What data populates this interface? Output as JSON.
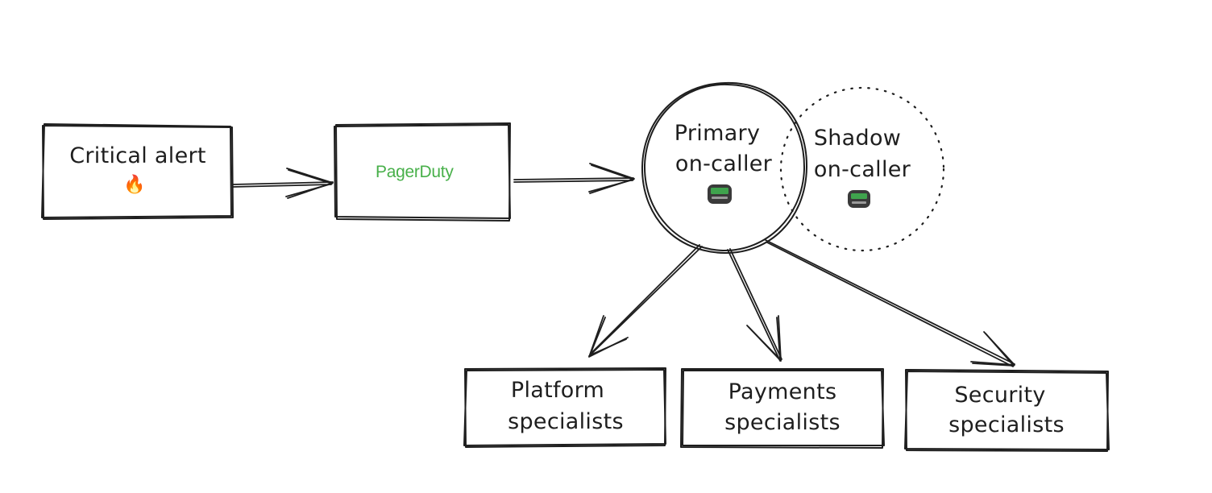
{
  "nodes": {
    "critical_alert": {
      "label": "Critical alert",
      "emoji": "🔥",
      "icon": "fire-icon"
    },
    "pagerduty": {
      "label": "PagerDuty",
      "color": "#48b04a"
    },
    "primary": {
      "line1": "Primary",
      "line2": "on-caller",
      "icon": "pager-icon"
    },
    "shadow": {
      "line1": "Shadow",
      "line2": "on-caller",
      "icon": "pager-icon",
      "border": "dotted"
    },
    "platform": {
      "line1": "Platform",
      "line2": "specialists"
    },
    "payments": {
      "line1": "Payments",
      "line2": "specialists"
    },
    "security": {
      "line1": "Security",
      "line2": "specialists"
    }
  },
  "edges": [
    {
      "from": "critical_alert",
      "to": "pagerduty"
    },
    {
      "from": "pagerduty",
      "to": "primary"
    },
    {
      "from": "primary",
      "to": "platform"
    },
    {
      "from": "primary",
      "to": "payments"
    },
    {
      "from": "primary",
      "to": "security"
    }
  ],
  "colors": {
    "stroke": "#1e1e1e",
    "brand": "#48b04a",
    "pager_screen": "#3fa34d"
  }
}
